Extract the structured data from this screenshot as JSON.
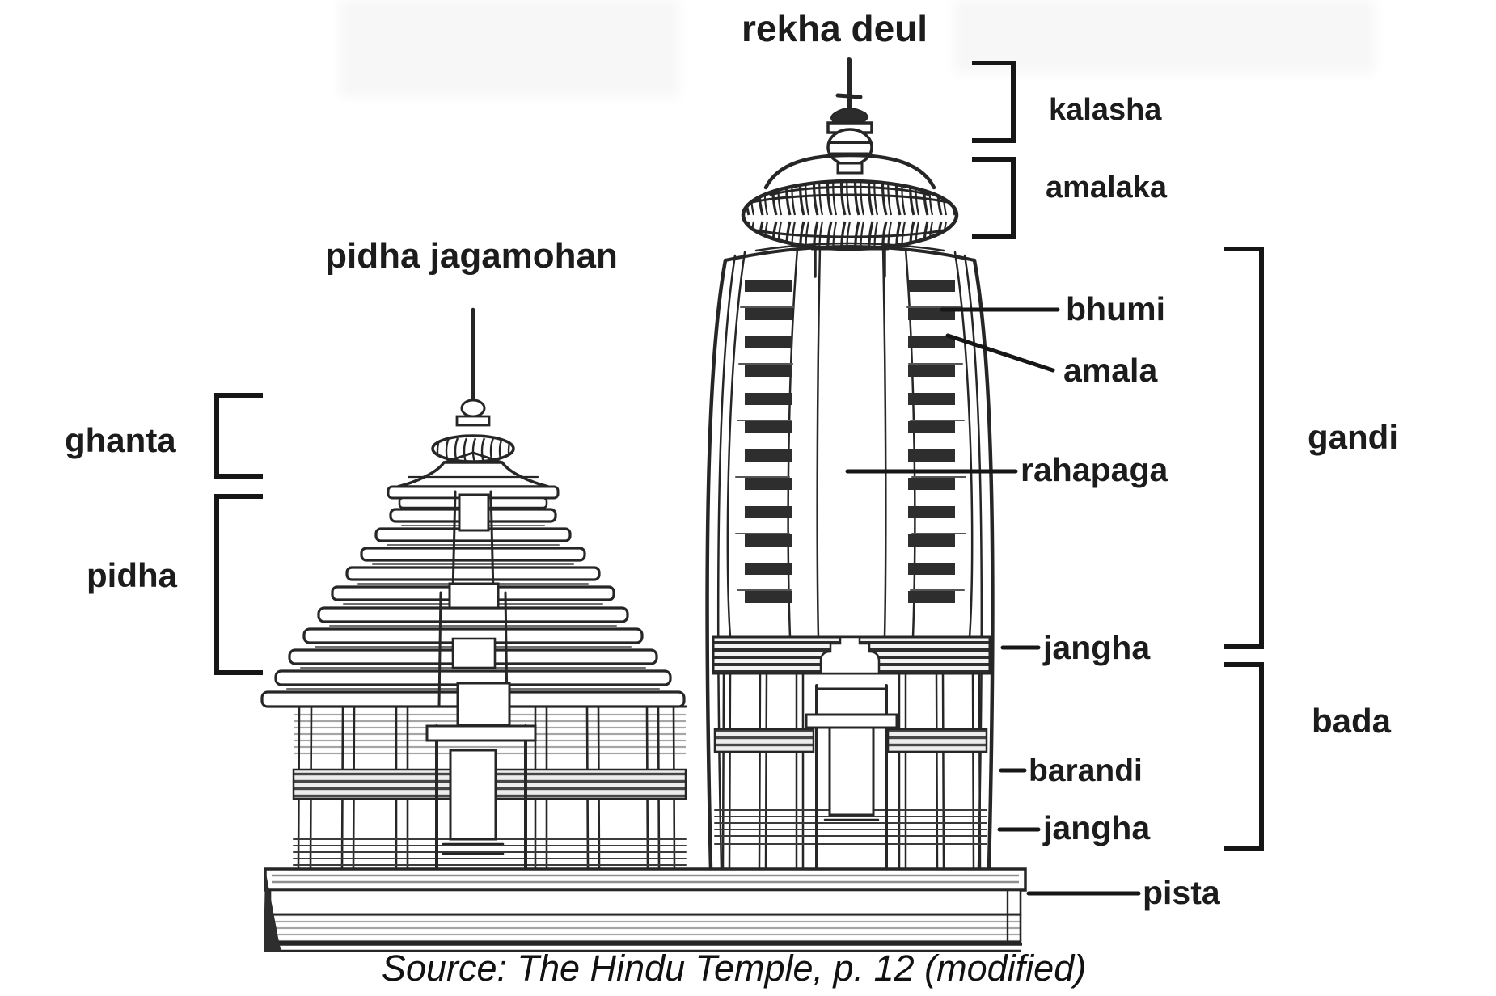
{
  "titles": {
    "right_temple": "rekha deul",
    "left_temple": "pidha jagamohan"
  },
  "left_labels": {
    "ghanta": "ghanta",
    "pidha": "pidha"
  },
  "right_labels": {
    "kalasha": "kalasha",
    "amalaka": "amalaka",
    "bhumi": "bhumi",
    "amala": "amala",
    "rahapaga": "rahapaga",
    "jangha_upper": "jangha",
    "barandi": "barandi",
    "jangha_lower": "jangha",
    "pista": "pista",
    "gandi": "gandi",
    "bada": "bada"
  },
  "source_caption": "Source: The Hindu Temple, p. 12 (modified)",
  "colors": {
    "ink": "#1f1f1f",
    "dark_band": "#303030",
    "mid_gray": "#6f6f6f",
    "light_hatch": "#9a9a9a",
    "background": "#ffffff"
  }
}
